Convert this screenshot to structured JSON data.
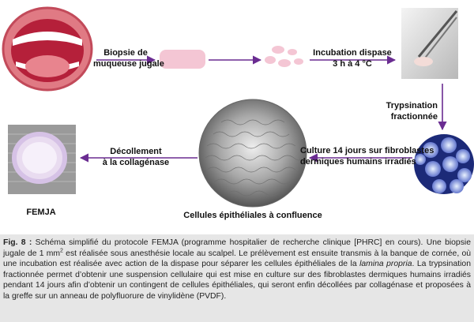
{
  "diagram": {
    "steps": {
      "biopsy": {
        "line1": "Biopsie de",
        "line2": "muqueuse jugale"
      },
      "incubation": {
        "line1": "Incubation dispase",
        "line2": "3 h à 4 °C"
      },
      "trypsination": {
        "line1": "Trypsination",
        "line2": "fractionnée"
      },
      "culture": {
        "line1": "Culture 14 jours sur fibroblastes",
        "line2": "dermiques humains irradiés"
      },
      "detachment": {
        "line1": "Décollement",
        "line2": "à la collagénase"
      }
    },
    "labels": {
      "femja": "FEMJA",
      "confluence": "Cellules épithéliales à confluence"
    },
    "colors": {
      "arrow": "#6a2c91",
      "tissue": "#f4c6d4",
      "caption_bg": "#e6e6e6"
    }
  },
  "caption": {
    "fig_label": "Fig. 8 :",
    "part1": " Schéma simplifié du protocole FEMJA (programme hospitalier de recherche clinique [PHRC] en cours). Une biopsie jugale de 1 mm",
    "sup": "2",
    "part2": " est réalisée sous anesthésie locale au scalpel. Le prélèvement est ensuite transmis à la banque de cornée, où une incubation est réalisée avec action de la dispase pour séparer les cellules épithéliales de la ",
    "italic": "lamina propria",
    "part3": ". La trypsination fractionnée permet d’obtenir une suspension cellulaire qui est mise en culture sur des fibroblastes dermiques humains irradiés pendant 14 jours afin d’obtenir un contingent de cellules épithéliales, qui seront enfin décollées par collagénase et proposées à la greffe sur un anneau de polyfluorure de vinylidène (PVDF)."
  }
}
